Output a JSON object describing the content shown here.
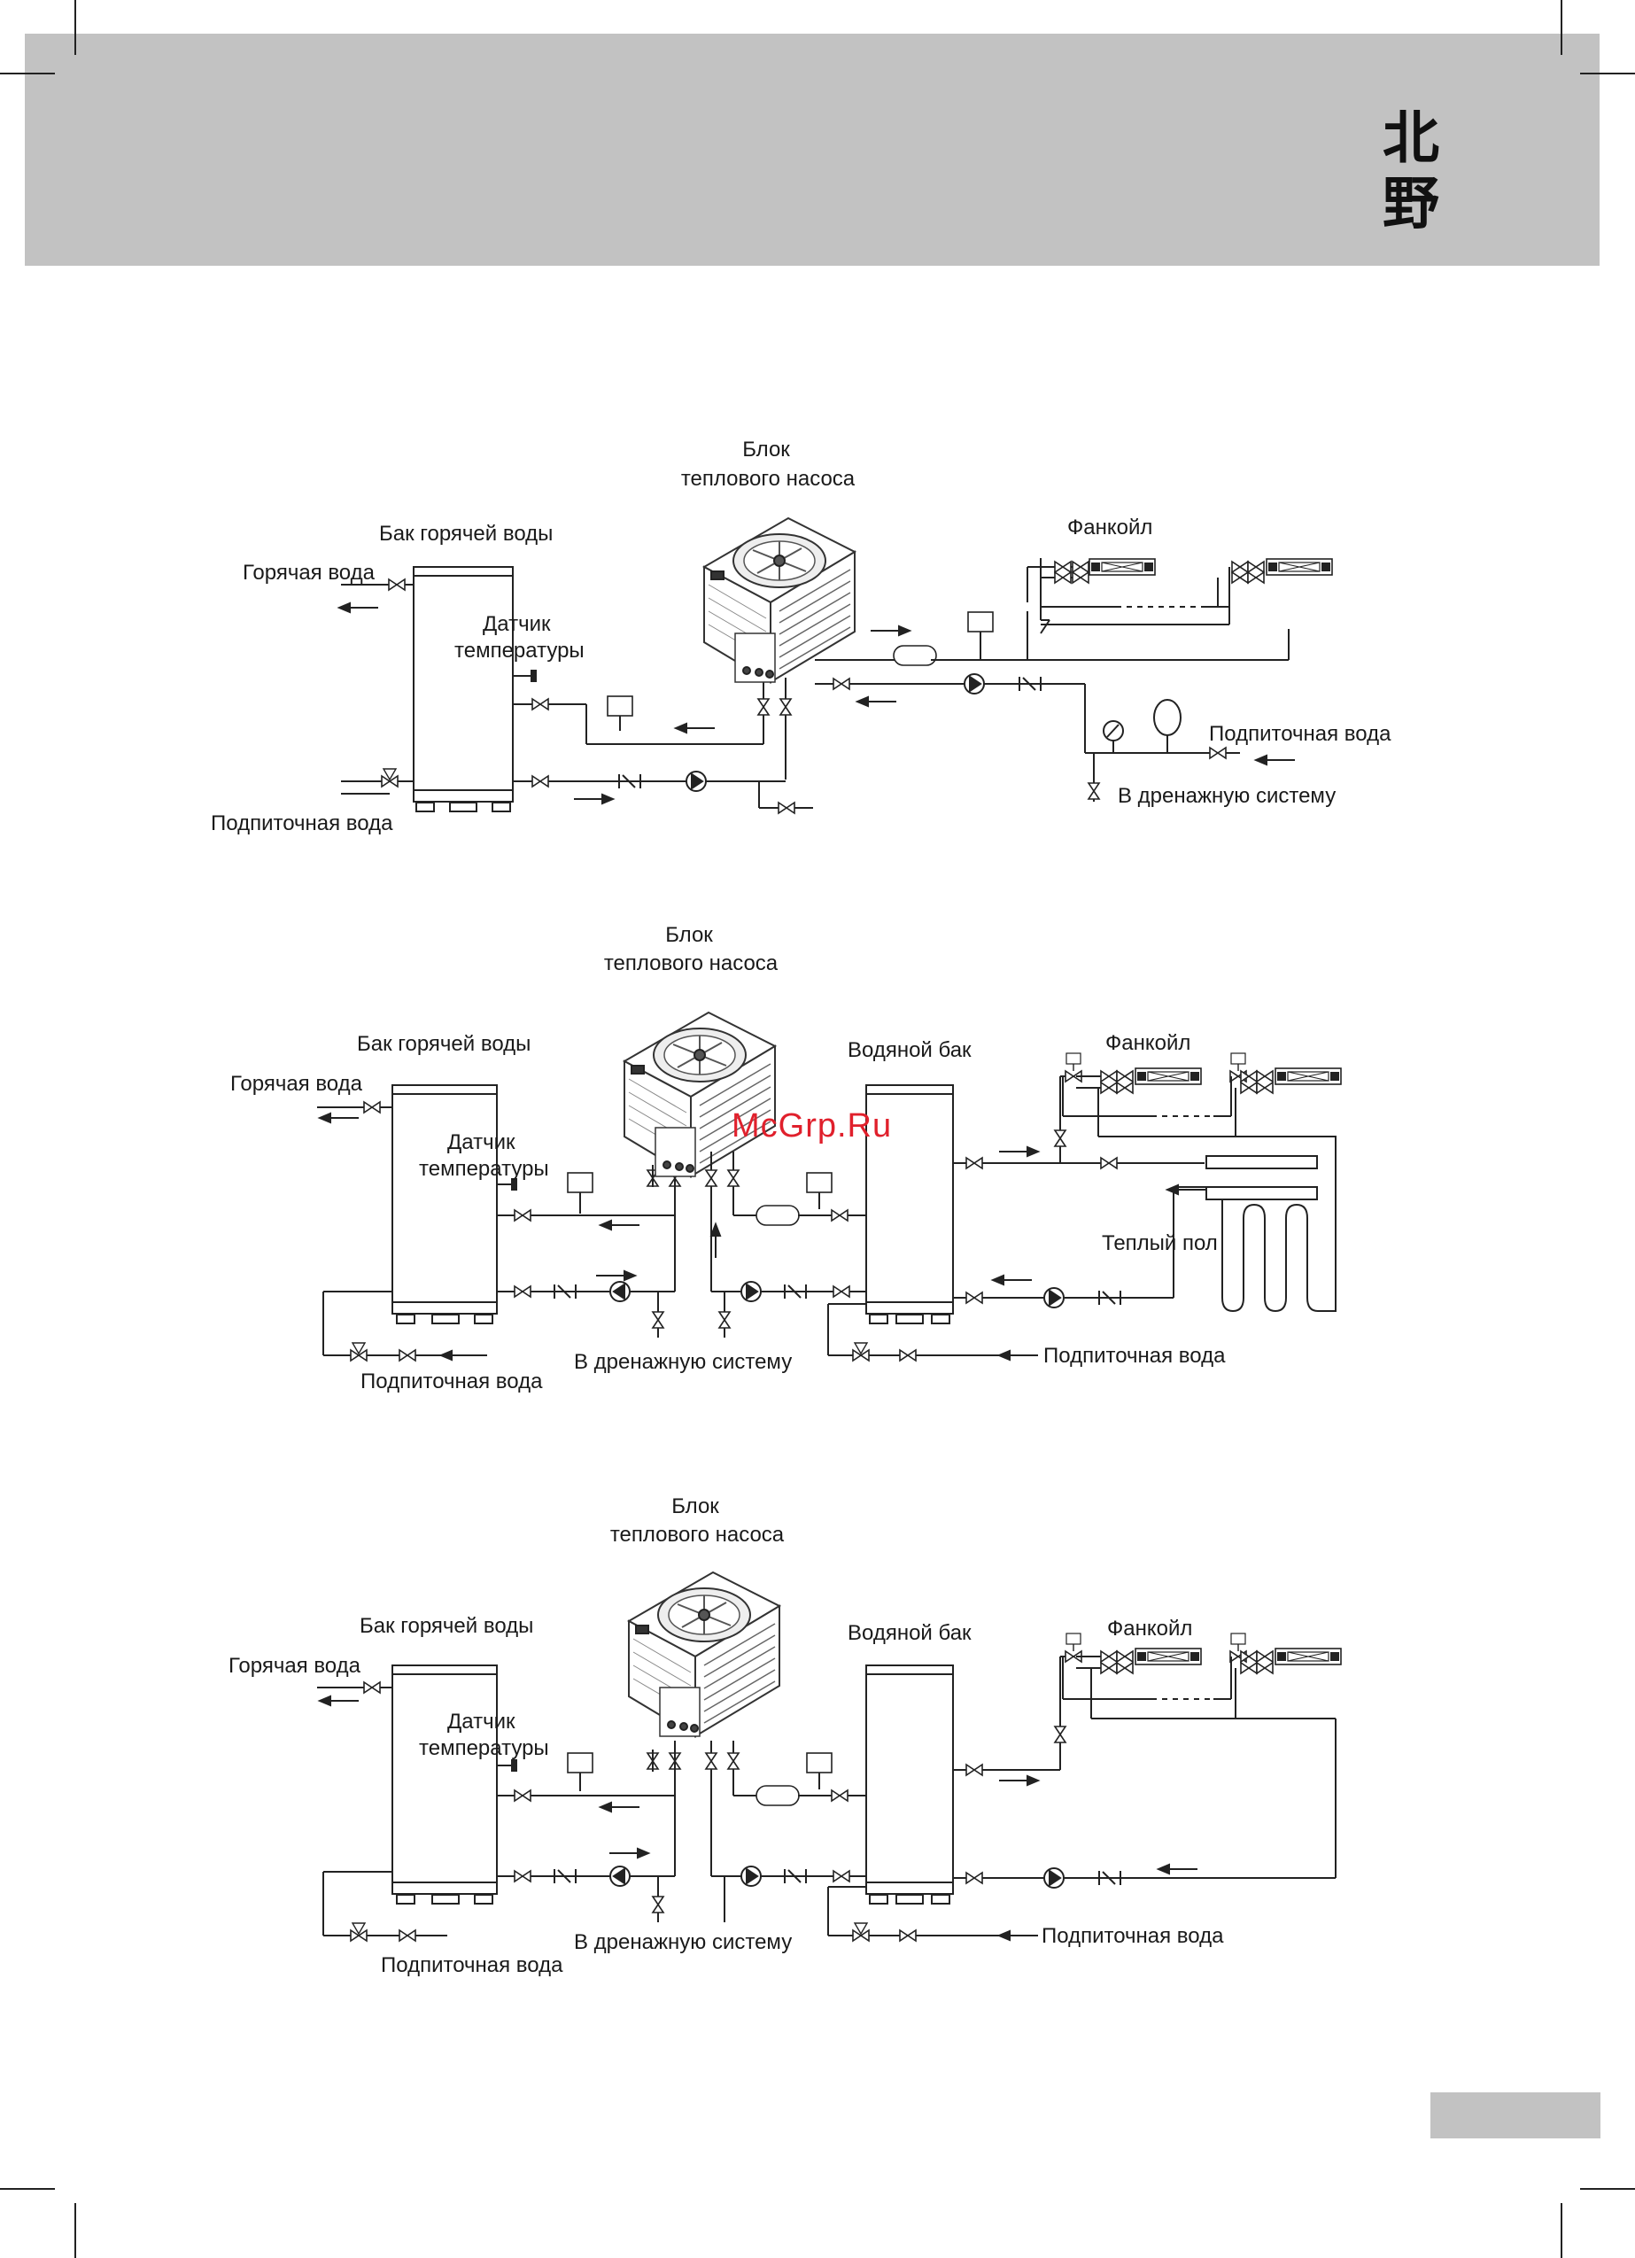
{
  "brand": {
    "logo_line1": "北",
    "logo_line2": "野"
  },
  "watermark": "McGrp.Ru",
  "diagrams": [
    {
      "id": "scheme-1",
      "labels": {
        "unit_line1": "Блок",
        "unit_line2": "теплового насоса",
        "hot_tank": "Бак горячей воды",
        "hot_water": "Горячая вода",
        "sensor_line1": "Датчик",
        "sensor_line2": "температуры",
        "fancoil": "Фанкойл",
        "makeup_right": "Подпиточная вода",
        "drain": "В дренажную систему",
        "makeup_left": "Подпиточная вода"
      }
    },
    {
      "id": "scheme-2",
      "labels": {
        "unit_line1": "Блок",
        "unit_line2": "теплового насоса",
        "hot_tank": "Бак горячей воды",
        "water_tank": "Водяной бак",
        "fancoil": "Фанкойл",
        "hot_water": "Горячая вода",
        "sensor_line1": "Датчик",
        "sensor_line2": "температуры",
        "floor": "Теплый пол",
        "drain": "В дренажную систему",
        "makeup_right": "Подпиточная вода",
        "makeup_left": "Подпиточная вода"
      }
    },
    {
      "id": "scheme-3",
      "labels": {
        "unit_line1": "Блок",
        "unit_line2": "теплового насоса",
        "hot_tank": "Бак горячей воды",
        "water_tank": "Водяной бак",
        "fancoil": "Фанкойл",
        "hot_water": "Горячая вода",
        "sensor_line1": "Датчик",
        "sensor_line2": "температуры",
        "drain": "В дренажную систему",
        "makeup_right": "Подпиточная вода",
        "makeup_left": "Подпиточная вода"
      }
    }
  ]
}
